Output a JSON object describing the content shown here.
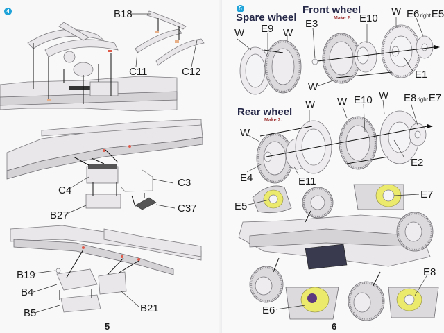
{
  "document": {
    "type": "model kit assembly instructions",
    "pages": [
      {
        "page_number": "5",
        "steps": [
          {
            "step_number": "4",
            "step_color": "#1fa3d8",
            "sections": [
              {
                "name": "leaf-springs",
                "labels": [
                  "B18",
                  "C11",
                  "C12"
                ]
              },
              {
                "name": "battery-and-bracket",
                "labels": [
                  "C3",
                  "C4",
                  "B27",
                  "C37"
                ]
              },
              {
                "name": "toolboxes",
                "labels": [
                  "B19",
                  "B4",
                  "B5",
                  "B21"
                ]
              }
            ]
          }
        ]
      },
      {
        "page_number": "6",
        "steps": [
          {
            "step_number": "5",
            "step_color": "#1fa3d8",
            "spare_wheel": {
              "title": "Spare wheel",
              "labels": [
                "W",
                "E9",
                "W"
              ]
            },
            "front_wheel": {
              "title": "Front wheel",
              "note": "Make 2.",
              "labels": {
                "e3": "E3",
                "e10": "E10",
                "w_top": "W",
                "w_bottom": "W",
                "e1": "E1",
                "cap_left": "E6",
                "cap_sep": "right",
                "cap_right": "E5"
              }
            },
            "rear_wheel": {
              "title": "Rear wheel",
              "note": "Make 2.",
              "labels": {
                "w_left": "W",
                "w_mid": "W",
                "w_mid2": "W",
                "e10": "E10",
                "w_right": "W",
                "e4": "E4",
                "e11": "E11",
                "e2": "E2",
                "cap_left": "E8",
                "cap_sep": "right",
                "cap_right": "E7"
              }
            },
            "assembly_callouts": [
              "E5",
              "E7",
              "E6",
              "E8"
            ]
          }
        ]
      }
    ],
    "highlight_colors": {
      "step_badge": "#1fa3d8",
      "make_note": "#a33b3b",
      "title": "#262848",
      "hubcap_highlight": "#ecea6c",
      "hub_nut": "#5d3a80"
    }
  }
}
